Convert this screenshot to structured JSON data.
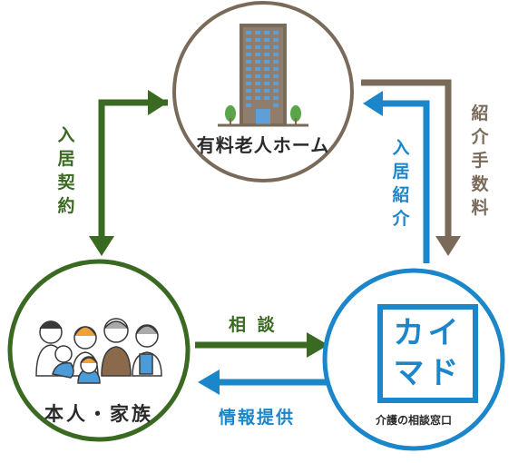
{
  "colors": {
    "brown": "#7a6a5a",
    "green": "#3a6a22",
    "blue": "#1b86c9",
    "text_dark": "#2a2a2a"
  },
  "nodes": {
    "nursing_home": {
      "label": "有料老人ホーム",
      "icon": "building-icon"
    },
    "family": {
      "label": "本人・家族",
      "icon": "family-icon"
    },
    "kaimado": {
      "logo_line1": "カイ",
      "logo_line2": "マド",
      "sublabel": "介護の相談窓口",
      "icon": "kaimado-logo"
    }
  },
  "edges": {
    "contract": [
      "入",
      "居",
      "契",
      "約"
    ],
    "referral_fee": [
      "紹",
      "介",
      "手",
      "数",
      "料"
    ],
    "referral": [
      "入",
      "居",
      "紹",
      "介"
    ],
    "consultation": "相 談",
    "info": "情報提供"
  }
}
